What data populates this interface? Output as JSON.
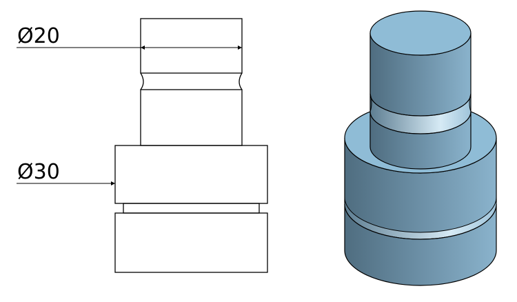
{
  "drawing": {
    "dimensions": [
      {
        "label": "Ø20",
        "kind": "diameter",
        "value_mm": 20
      },
      {
        "label": "Ø30",
        "kind": "diameter",
        "value_mm": 30
      }
    ]
  },
  "model": {
    "colors": {
      "top_face": "#8FBCD6",
      "side_light": "#8AB3CC",
      "side_dark": "#4F6D80",
      "groove_highlight": "#D6EAF5",
      "outline": "#000000"
    }
  }
}
